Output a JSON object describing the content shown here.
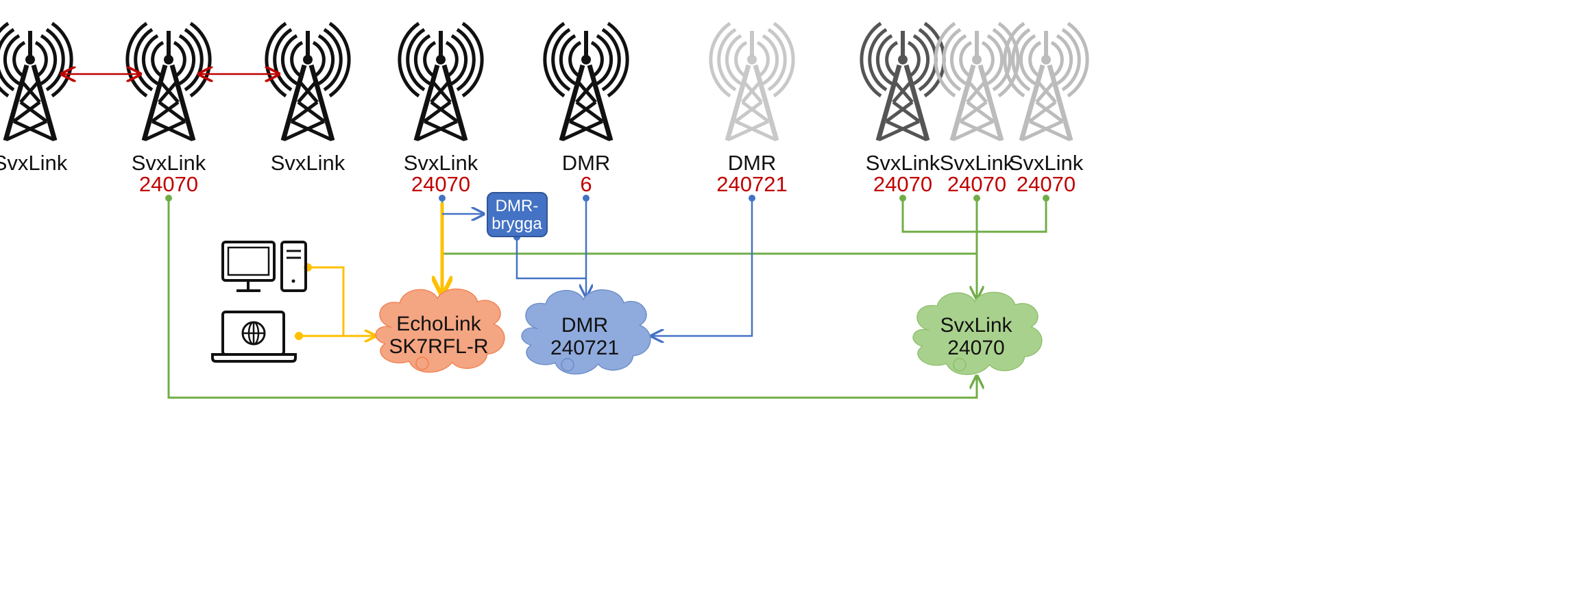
{
  "towers": [
    {
      "label": "SvxLink",
      "number": "",
      "shade": "dark"
    },
    {
      "label": "SvxLink",
      "number": "24070",
      "shade": "dark"
    },
    {
      "label": "SvxLink",
      "number": "",
      "shade": "dark"
    },
    {
      "label": "SvxLink",
      "number": "24070",
      "shade": "dark"
    },
    {
      "label": "DMR",
      "number": "6",
      "shade": "dark"
    },
    {
      "label": "DMR",
      "number": "240721",
      "shade": "light"
    },
    {
      "label": "SvxLink",
      "number": "24070",
      "shade": "medium"
    },
    {
      "label": "SvxLink",
      "number": "24070",
      "shade": "light"
    },
    {
      "label": "SvxLink",
      "number": "24070",
      "shade": "light"
    }
  ],
  "bridge": {
    "line1": "DMR-",
    "line2": "brygga"
  },
  "clouds": {
    "echolink": {
      "line1": "EchoLink",
      "line2": "SK7RFL-R"
    },
    "dmr": {
      "line1": "DMR",
      "line2": "240721"
    },
    "svxlink": {
      "line1": "SvxLink",
      "line2": "24070"
    }
  },
  "colors": {
    "link_arrow": "#c00000",
    "echolink_line": "#ffc000",
    "dmr_line": "#4472c4",
    "svx_line": "#70ad47",
    "echolink_cloud": "#f4a582",
    "dmr_cloud": "#8faadc",
    "svx_cloud": "#a9d18e",
    "bridge_box": "#4472c4",
    "label_number": "#c00000"
  },
  "icons": [
    "radio-tower-icon",
    "desktop-computer-icon",
    "laptop-globe-icon",
    "cloud-icon"
  ]
}
